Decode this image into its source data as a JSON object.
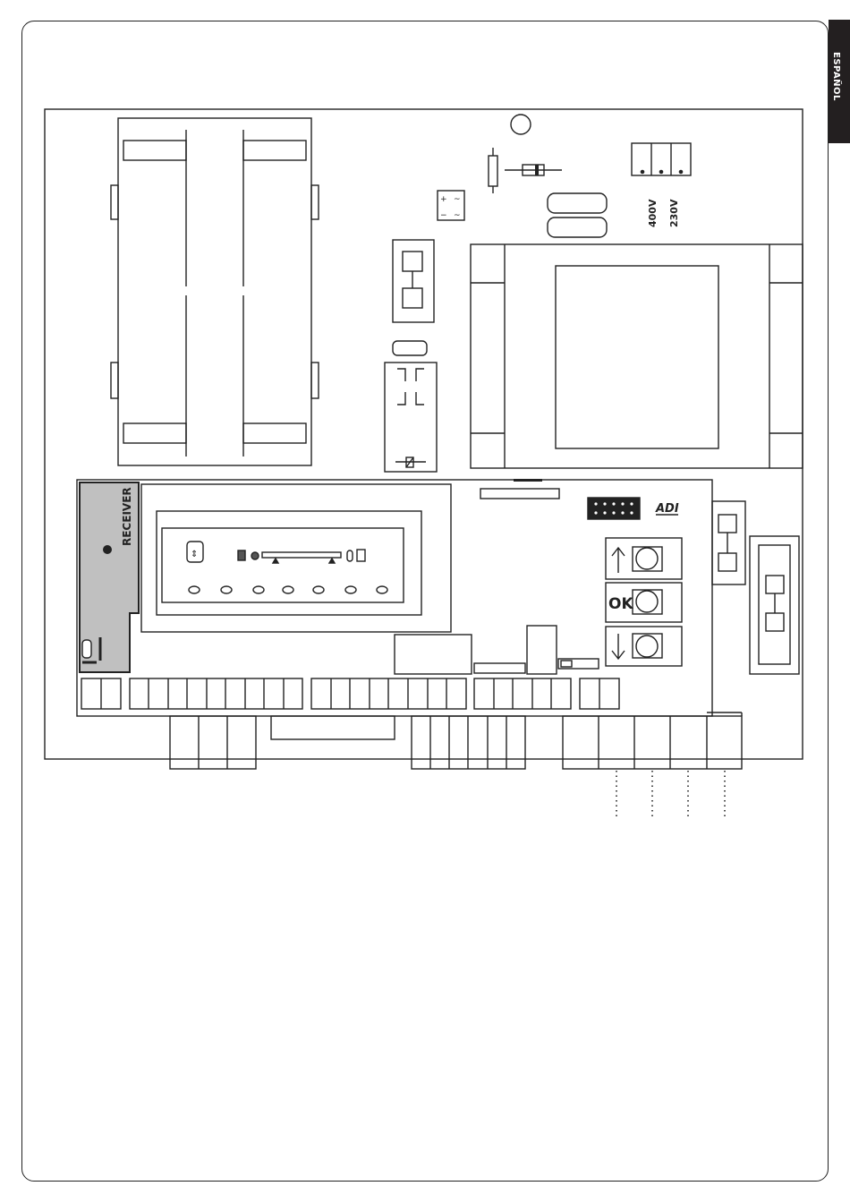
{
  "language_tab": "ESPAÑOL",
  "voltage_labels": [
    "400V",
    "230V"
  ],
  "receiver_label": "RECEIVER",
  "brand_logo": "ADI",
  "buttons": {
    "up_icon": "arrow-up-icon",
    "ok_label": "OK",
    "down_icon": "arrow-down-icon"
  },
  "bridge_symbols": {
    "plus": "+",
    "minus": "−",
    "ac": "~"
  },
  "colors": {
    "line": "#222222",
    "receiver_fill": "#c0c0c0",
    "tab_fill": "#231f20"
  }
}
